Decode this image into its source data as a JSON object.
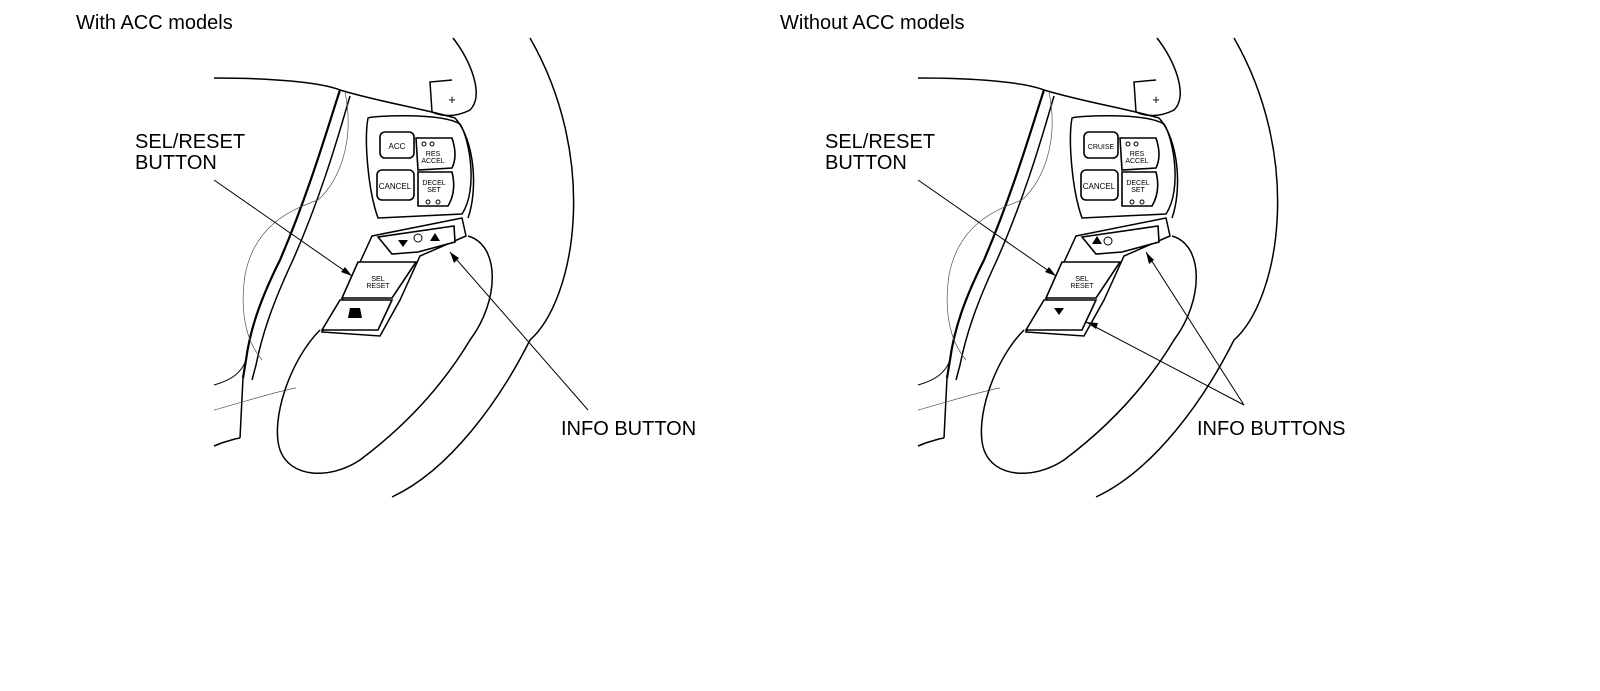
{
  "panels": [
    {
      "heading": "With ACC models",
      "sel_reset_label_line1": "SEL/RESET",
      "sel_reset_label_line2": "BUTTON",
      "info_label": "INFO BUTTON",
      "buttons": {
        "top_left": "ACC",
        "mid_left": "CANCEL",
        "top_right_line1": "RES",
        "top_right_line2": "ACCEL",
        "bottom_right_line1": "DECEL",
        "bottom_right_line2": "SET",
        "sel_line1": "SEL",
        "sel_line2": "RESET",
        "paddle": "+"
      }
    },
    {
      "heading": "Without ACC models",
      "sel_reset_label_line1": "SEL/RESET",
      "sel_reset_label_line2": "BUTTON",
      "info_label": "INFO BUTTONS",
      "buttons": {
        "top_left": "CRUISE",
        "mid_left": "CANCEL",
        "top_right_line1": "RES",
        "top_right_line2": "ACCEL",
        "bottom_right_line1": "DECEL",
        "bottom_right_line2": "SET",
        "sel_line1": "SEL",
        "sel_line2": "RESET",
        "paddle": "+"
      }
    }
  ]
}
